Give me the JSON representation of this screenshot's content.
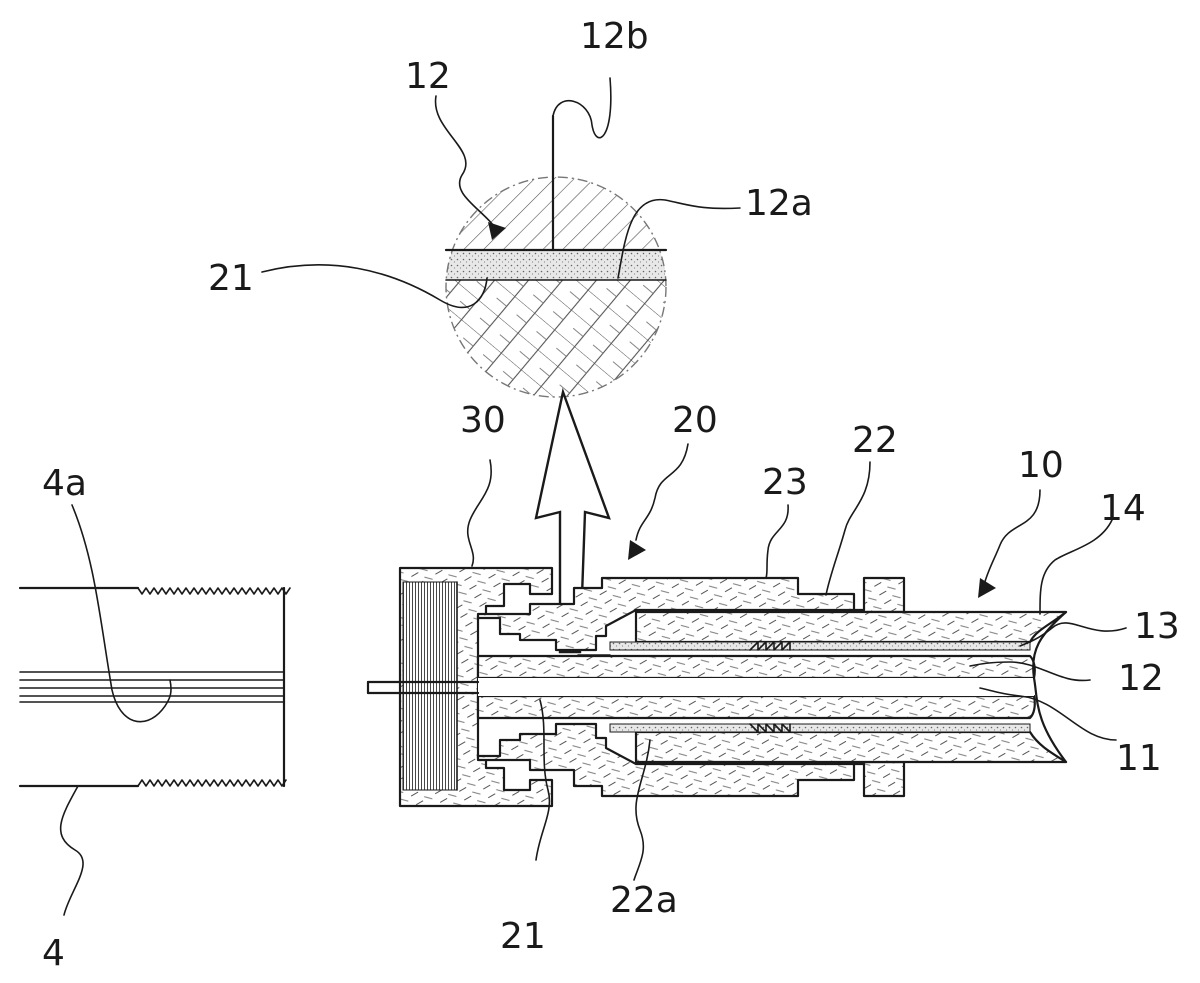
{
  "figure": {
    "reference_labels": {
      "label_12_top": "12",
      "label_12b": "12b",
      "label_12a": "12a",
      "label_21_top": "21",
      "label_30": "30",
      "label_20": "20",
      "label_23": "23",
      "label_22": "22",
      "label_10": "10",
      "label_14": "14",
      "label_13": "13",
      "label_12_right": "12",
      "label_11": "11",
      "label_4a": "4a",
      "label_4": "4",
      "label_21_bottom": "21",
      "label_22a": "22a"
    }
  }
}
